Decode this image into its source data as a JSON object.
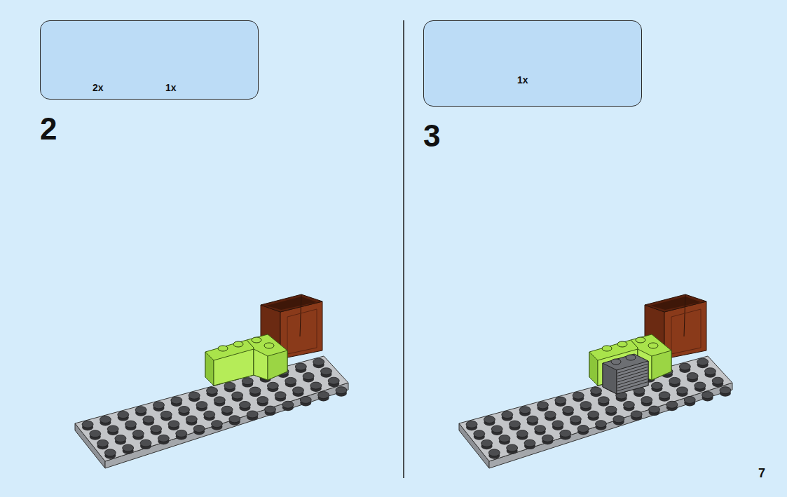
{
  "diagram": {
    "nodes": [
      {
        "text": [
          "2x",
          "1x"
        ]
      },
      {
        "text": [
          "1x"
        ]
      }
    ],
    "labels": [
      "2",
      "3",
      "7"
    ]
  }
}
